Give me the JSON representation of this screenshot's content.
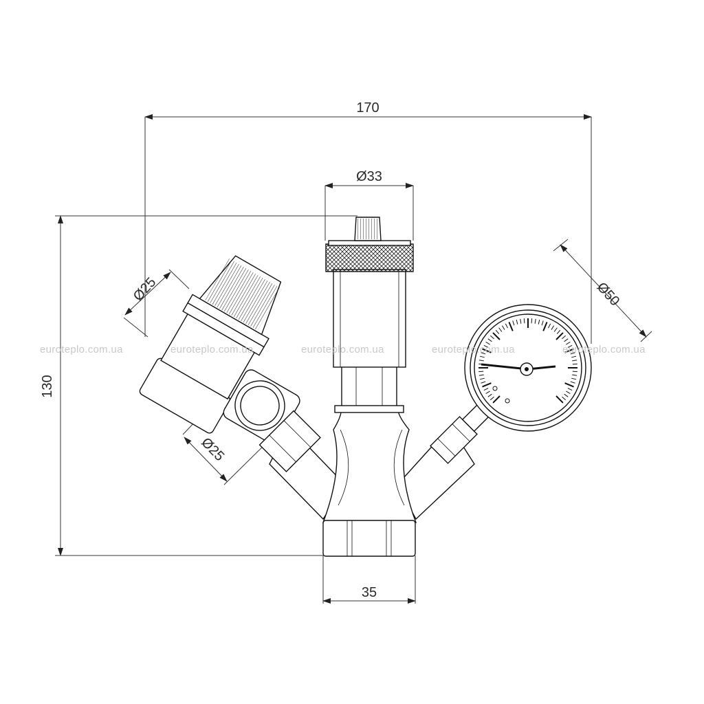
{
  "dimensions": {
    "overall_width": "170",
    "vent_diameter": "Ø33",
    "gauge_diameter": "Ø50",
    "valve_cap_diameter": "Ø25",
    "valve_port_diameter": "Ø25",
    "overall_height": "130",
    "inlet_width": "35"
  },
  "watermarks": [
    "euroteplo.com.ua",
    "euroteplo.com.ua",
    "euroteplo.com.ua",
    "euroteplo.com.ua",
    "euroteplo.com.ua"
  ]
}
